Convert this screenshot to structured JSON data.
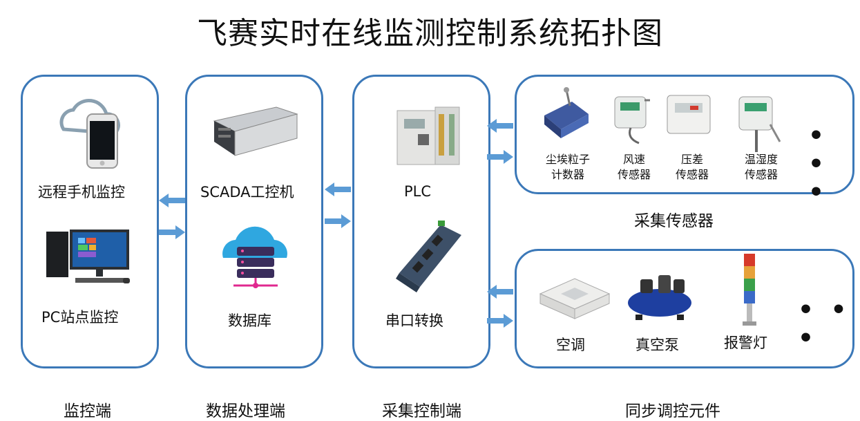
{
  "title": "飞赛实时在线监测控制系统拓扑图",
  "panels": {
    "monitor": {
      "items": [
        "远程手机监控",
        "PC站点监控"
      ],
      "section": "监控端"
    },
    "data": {
      "items": [
        "SCADA工控机",
        "数据库"
      ],
      "section": "数据处理端"
    },
    "control": {
      "items": [
        "PLC",
        "串口转换"
      ],
      "section": "采集控制端"
    },
    "sensors": {
      "items": [
        {
          "line1": "尘埃粒子",
          "line2": "计数器"
        },
        {
          "line1": "风速",
          "line2": "传感器"
        },
        {
          "line1": "压差",
          "line2": "传感器"
        },
        {
          "line1": "温湿度",
          "line2": "传感器"
        }
      ],
      "more": "• • •",
      "section": "采集传感器"
    },
    "actuators": {
      "items": [
        "空调",
        "真空泵",
        "报警灯"
      ],
      "more": "• • •",
      "section": "同步调控元件"
    }
  },
  "colors": {
    "border": "#3b78b8",
    "arrow": "#5b9bd5"
  },
  "icons": [
    "cloud-phone-icon",
    "pc-icon",
    "industrial-pc-icon",
    "database-cloud-icon",
    "plc-icon",
    "serial-converter-icon",
    "particle-counter-icon",
    "wind-speed-sensor-icon",
    "pressure-sensor-icon",
    "humidity-sensor-icon",
    "air-conditioner-icon",
    "vacuum-pump-icon",
    "alarm-light-icon"
  ]
}
